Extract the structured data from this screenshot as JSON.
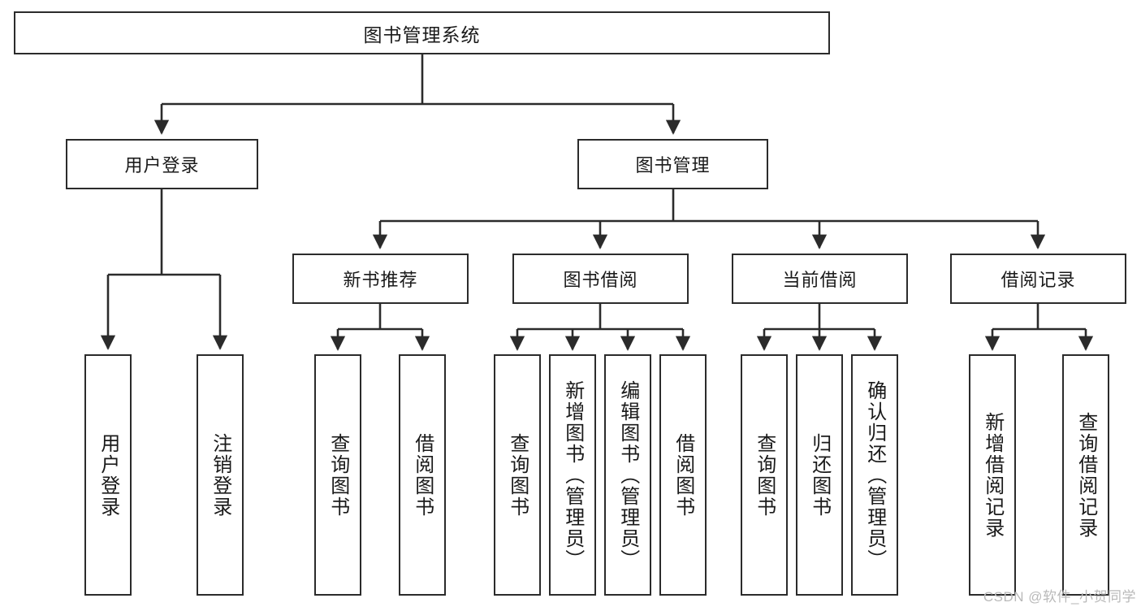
{
  "diagram": {
    "title_box": {
      "label": "图书管理系统"
    },
    "level2": [
      {
        "id": "user-login",
        "label": "用户登录"
      },
      {
        "id": "book-management",
        "label": "图书管理"
      }
    ],
    "level3": [
      {
        "id": "new-book-recommend",
        "label": "新书推荐"
      },
      {
        "id": "book-borrow",
        "label": "图书借阅"
      },
      {
        "id": "current-borrow",
        "label": "当前借阅"
      },
      {
        "id": "borrow-record",
        "label": "借阅记录"
      }
    ],
    "leaves": [
      {
        "id": "leaf-user-login",
        "label": "用户登录"
      },
      {
        "id": "leaf-logout-login",
        "label": "注销登录"
      },
      {
        "id": "leaf-query-book-1",
        "label": "查询图书"
      },
      {
        "id": "leaf-borrow-book-1",
        "label": "借阅图书"
      },
      {
        "id": "leaf-query-book-2",
        "label": "查询图书"
      },
      {
        "id": "leaf-add-book",
        "label": "新增图书（管理员）"
      },
      {
        "id": "leaf-edit-book",
        "label": "编辑图书（管理员）"
      },
      {
        "id": "leaf-borrow-book-2",
        "label": "借阅图书"
      },
      {
        "id": "leaf-query-book-3",
        "label": "查询图书"
      },
      {
        "id": "leaf-return-book",
        "label": "归还图书"
      },
      {
        "id": "leaf-confirm-return",
        "label": "确认归还（管理员）"
      },
      {
        "id": "leaf-add-borrow-record",
        "label": "新增借阅记录"
      },
      {
        "id": "leaf-query-borrow-record",
        "label": "查询借阅记录"
      }
    ],
    "watermark": "CSDN @软件_小贺同学",
    "colors": {
      "stroke": "#2b2b2b",
      "background": "#ffffff",
      "text": "#1a1a1a",
      "watermark": "#b9b9b9"
    }
  }
}
